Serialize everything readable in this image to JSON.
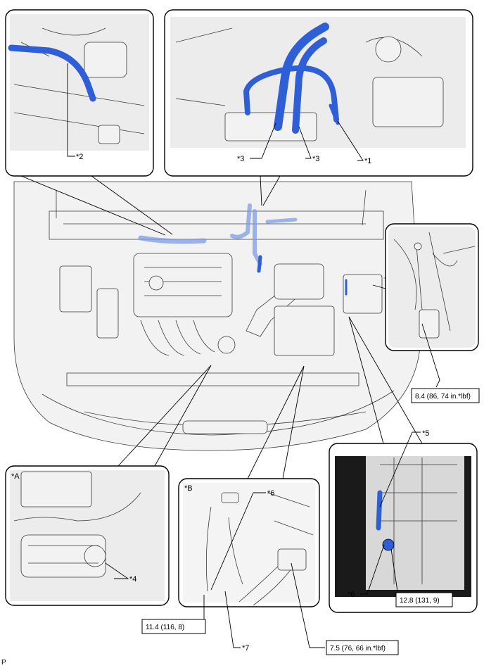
{
  "callouts": {
    "c1": "*1",
    "c2": "*2",
    "c3a": "*3",
    "c3b": "*3",
    "c4": "*4",
    "c5": "*5",
    "c6a": "*6",
    "c6b": "*6",
    "c7": "*7",
    "viewA": "*A",
    "viewB": "*B"
  },
  "torques": {
    "t1": "8.4 (86, 74 in.*lbf)",
    "t2": "12.8 (131, 9)",
    "t3": "11.4 (116, 8)",
    "t4": "7.5 (76, 66 in.*lbf)"
  },
  "footer": {
    "page_mark": "P"
  },
  "colors": {
    "hose": "#2f5fd6",
    "hose_ghost": "#7d9be6",
    "line": "#000000",
    "engine_fill": "#f2f2f2"
  }
}
